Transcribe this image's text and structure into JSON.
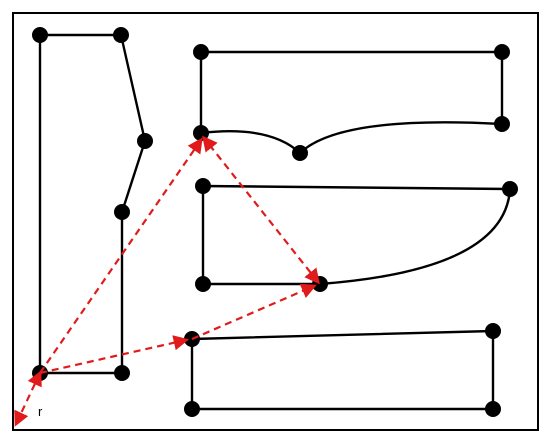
{
  "diagram": {
    "origin_label": "r",
    "colors": {
      "border": "#000000",
      "node": "#000000",
      "edge": "#000000",
      "arrow": "#e01b1b"
    },
    "shape_count": 4,
    "arrow_count": 4
  }
}
